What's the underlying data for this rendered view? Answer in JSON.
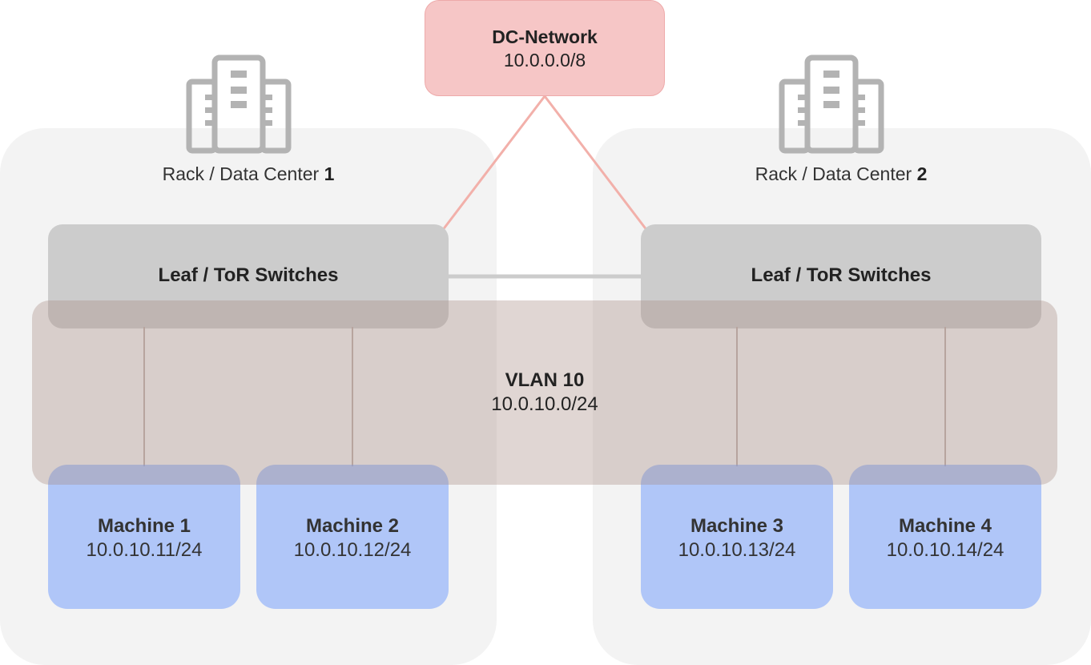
{
  "core": {
    "name": "DC-Network",
    "cidr": "10.0.0.0/8"
  },
  "datacenters": [
    {
      "label_prefix": "Rack / Data Center ",
      "number": "1",
      "icon": "building-icon",
      "switch_label": "Leaf / ToR Switches"
    },
    {
      "label_prefix": "Rack / Data Center ",
      "number": "2",
      "icon": "building-icon",
      "switch_label": "Leaf / ToR Switches"
    }
  ],
  "vlan": {
    "name": "VLAN 10",
    "cidr": "10.0.10.0/24"
  },
  "machines": [
    {
      "name": "Machine 1",
      "ip": "10.0.10.11/24"
    },
    {
      "name": "Machine 2",
      "ip": "10.0.10.12/24"
    },
    {
      "name": "Machine 3",
      "ip": "10.0.10.13/24"
    },
    {
      "name": "Machine 4",
      "ip": "10.0.10.14/24"
    }
  ],
  "colors": {
    "core": "#f6c6c6",
    "uplink": "#f2b0aa",
    "switch": "#cccccc",
    "vlan": "#d8ccc8",
    "machine": "#a9c3fd",
    "group": "#f3f3f3",
    "icon": "#b3b3b3"
  }
}
